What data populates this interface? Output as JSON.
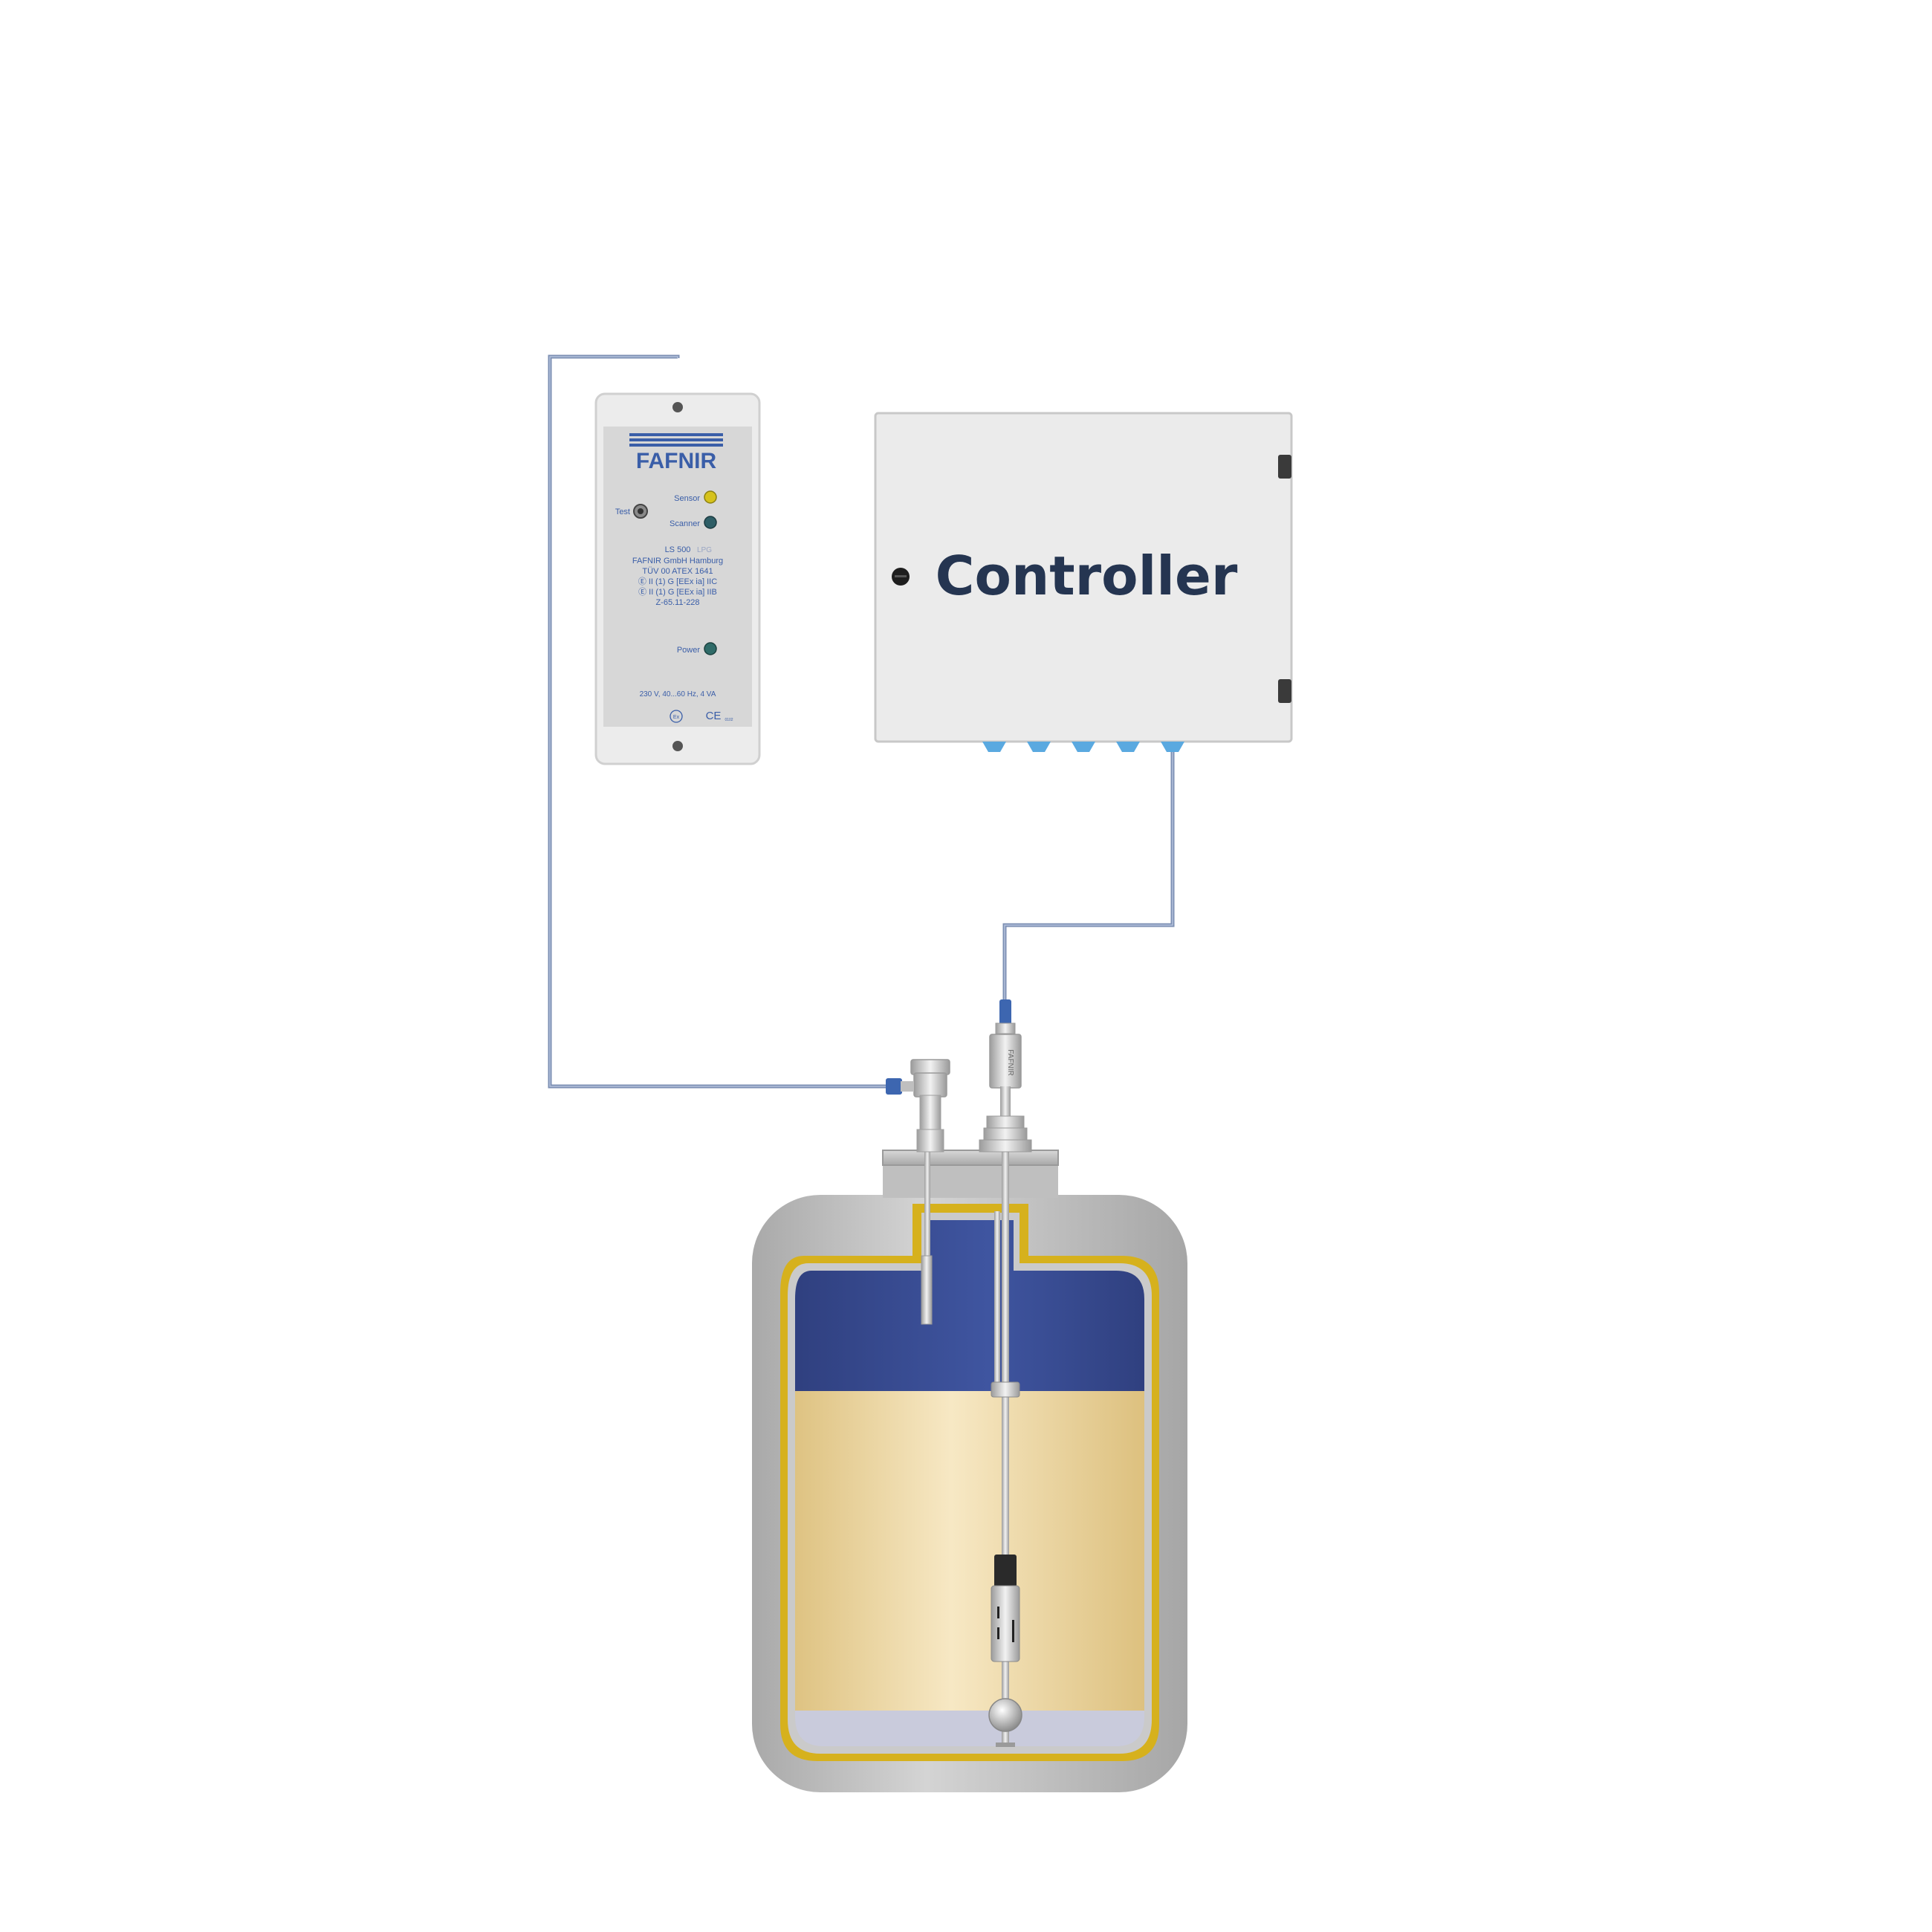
{
  "controller": {
    "label": "Controller"
  },
  "separator": {
    "brand": "FAFNIR",
    "indicators": {
      "sensor": "Sensor",
      "scanner": "Scanner",
      "power": "Power",
      "test": "Test"
    },
    "info_lines": [
      "LS 500",
      "FAFNIR GmbH Hamburg",
      "TÜV 00 ATEX 1641",
      "Ⓔ II (1) G [EEx ia] IIC",
      "Ⓔ II (1) G [EEx ia] IIB",
      "Z-65.11-228"
    ],
    "model_suffix": "LPG",
    "power_spec": "230 V, 40...60 Hz, 4 VA",
    "ex_mark": "Ex",
    "ce_mark": "CE",
    "ce_number": "0102"
  },
  "probe": {
    "brand": "FAFNIR"
  },
  "colors": {
    "cable": "#7c8fb3",
    "connector": "#3d66b0",
    "gas_phase": "#36478a",
    "liquid_phase": "#efd9a4",
    "water_phase": "#c9cbdc",
    "tank_shell": "#c4c4c4",
    "tank_lining": "#d6b11d",
    "controller_text": "#253551",
    "separator_text": "#3a5ea8",
    "sensor_led": "#d6c21c",
    "scanner_led": "#2e5e66",
    "power_led": "#2f6b68"
  }
}
